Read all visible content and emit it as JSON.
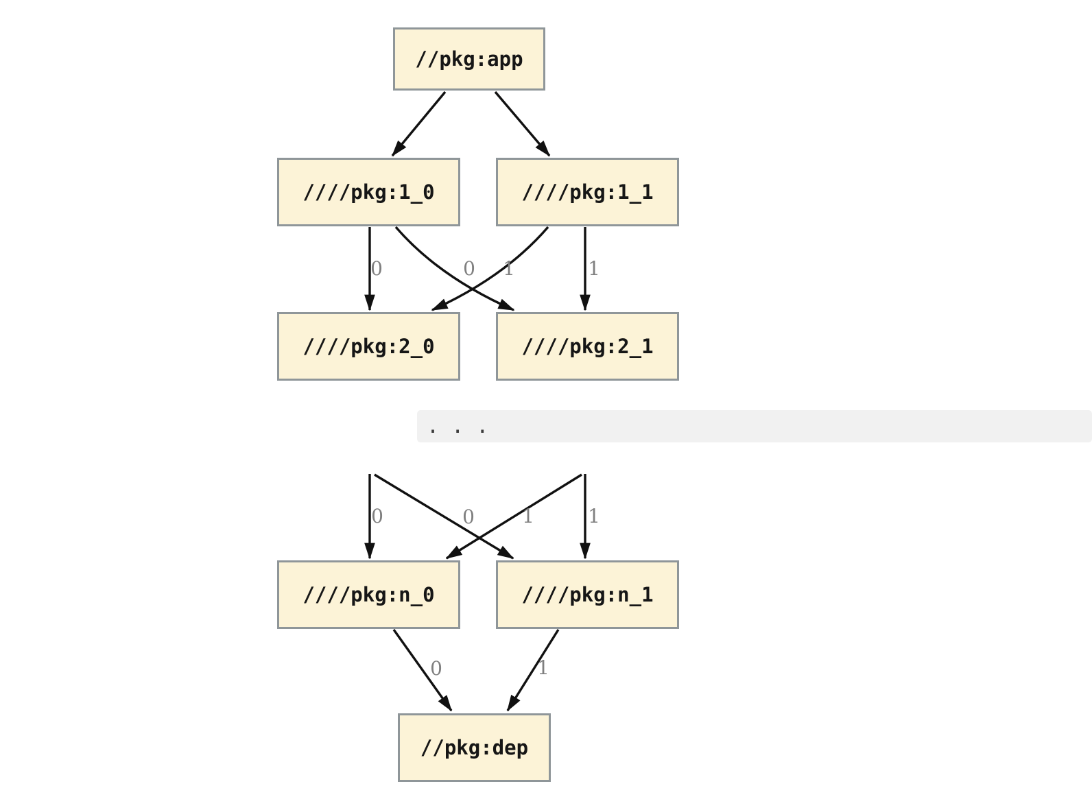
{
  "graph_top": {
    "nodes": {
      "app": "//pkg:app",
      "v1_0": "////pkg:1_0",
      "v1_1": "////pkg:1_1",
      "v2_0": "////pkg:2_0",
      "v2_1": "////pkg:2_1"
    },
    "edge_labels": {
      "v1_0_to_v2_0": "0",
      "v1_1_to_v2_0": "0",
      "v1_0_to_v2_1": "1",
      "v1_1_to_v2_1": "1"
    }
  },
  "separator": {
    "text": ". . ."
  },
  "graph_bottom": {
    "nodes": {
      "n_0": "////pkg:n_0",
      "n_1": "////pkg:n_1",
      "dep": "//pkg:dep"
    },
    "edge_labels": {
      "src_left_to_n_0": "0",
      "src_right_to_n_0": "0",
      "src_left_to_n_1": "1",
      "src_right_to_n_1": "1",
      "n_0_to_dep": "0",
      "n_1_to_dep": "1"
    }
  },
  "colors": {
    "node_fill": "#fcf3d7",
    "node_border": "#8f9699",
    "edge": "#111111",
    "edge_label": "#7f7f7f",
    "separator_bg": "#f1f1f1",
    "separator_text": "#3c3c3c"
  }
}
